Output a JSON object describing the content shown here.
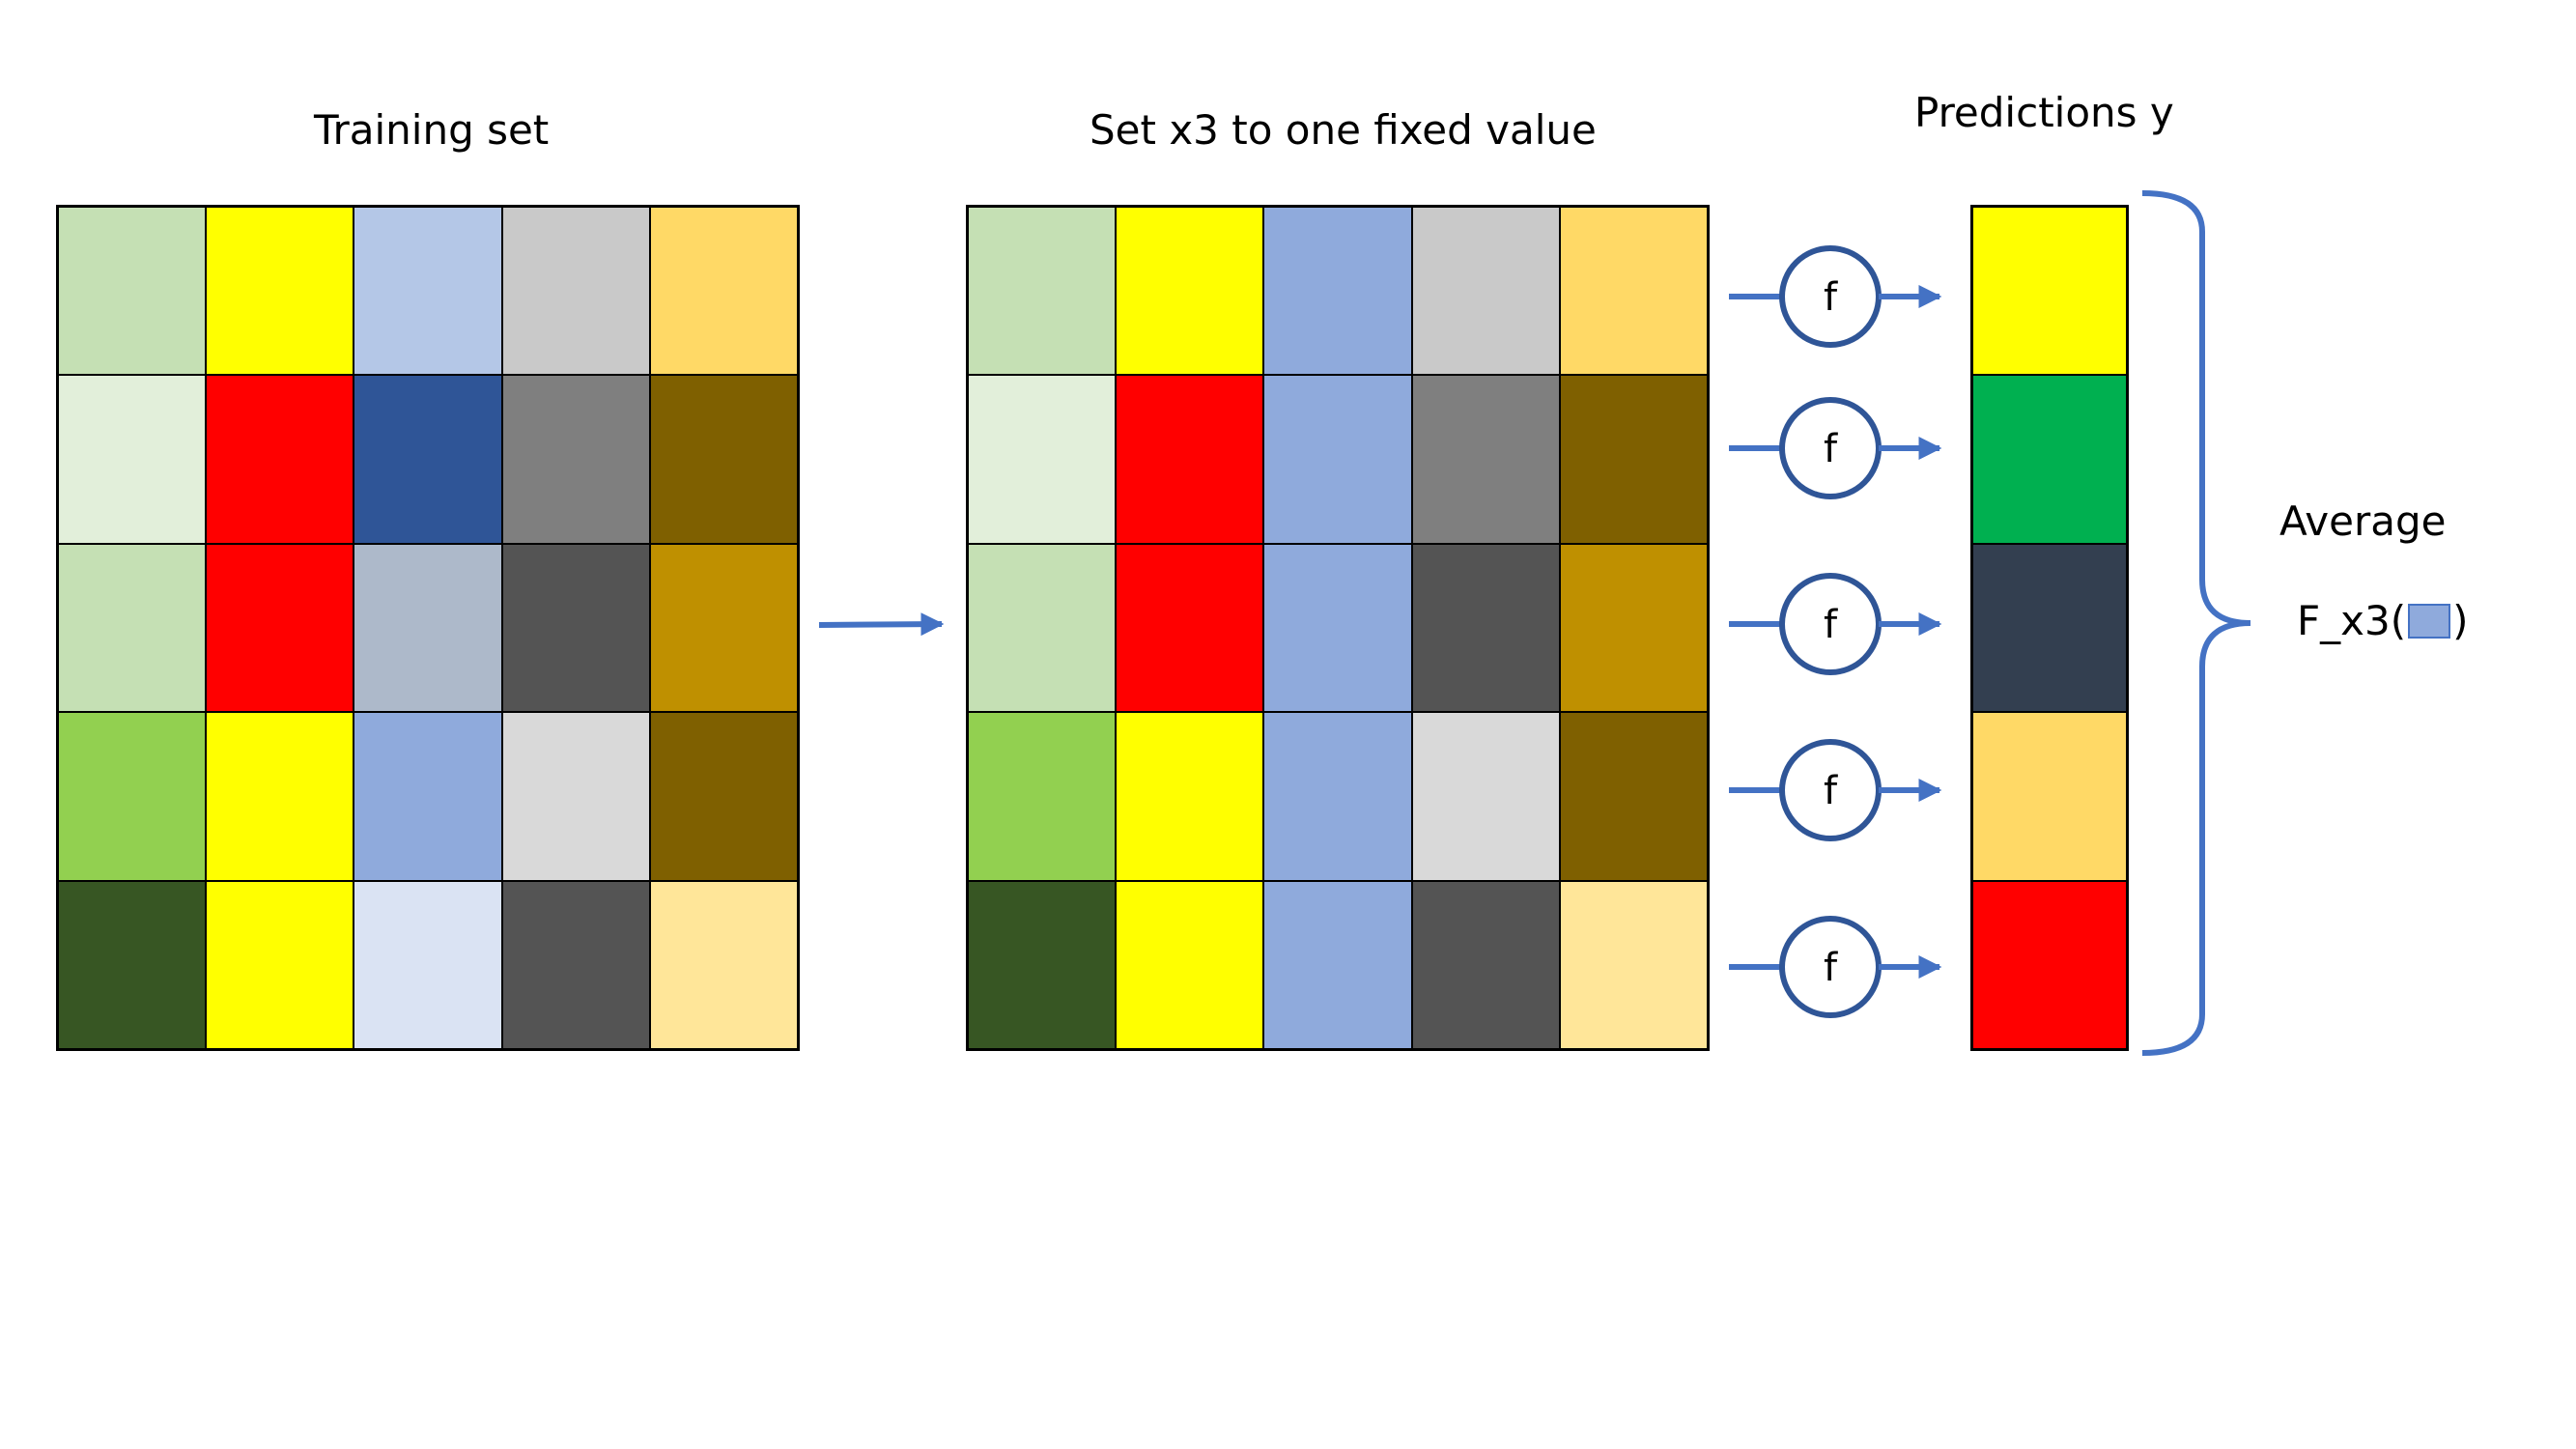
{
  "titles": {
    "training_set": "Training set",
    "set_fixed": "Set x3 to one fixed value",
    "predictions": "Predictions y"
  },
  "model_label": "f",
  "average": {
    "label": "Average",
    "func_prefix": "F_x3(",
    "func_suffix": ")",
    "swatch_color": "#8faadc"
  },
  "accent_color": "#4472c4",
  "training_grid": [
    [
      "#c5e0b4",
      "#ffff00",
      "#b4c7e7",
      "#c9c9c9",
      "#ffd966"
    ],
    [
      "#e2efda",
      "#ff0000",
      "#2f5597",
      "#7f7f7f",
      "#7f6000"
    ],
    [
      "#c5e0b4",
      "#ff0000",
      "#adb9ca",
      "#545454",
      "#bf9000"
    ],
    [
      "#92d050",
      "#ffff00",
      "#8faadc",
      "#d9d9d9",
      "#7f6000"
    ],
    [
      "#375623",
      "#ffff00",
      "#dae3f3",
      "#545454",
      "#ffe699"
    ]
  ],
  "fixed_grid": [
    [
      "#c5e0b4",
      "#ffff00",
      "#8faadc",
      "#c9c9c9",
      "#ffd966"
    ],
    [
      "#e2efda",
      "#ff0000",
      "#8faadc",
      "#7f7f7f",
      "#7f6000"
    ],
    [
      "#c5e0b4",
      "#ff0000",
      "#8faadc",
      "#545454",
      "#bf9000"
    ],
    [
      "#92d050",
      "#ffff00",
      "#8faadc",
      "#d9d9d9",
      "#7f6000"
    ],
    [
      "#375623",
      "#ffff00",
      "#8faadc",
      "#545454",
      "#ffe699"
    ]
  ],
  "predictions": [
    "#ffff00",
    "#00b050",
    "#333f50",
    "#ffd966",
    "#ff0000"
  ]
}
